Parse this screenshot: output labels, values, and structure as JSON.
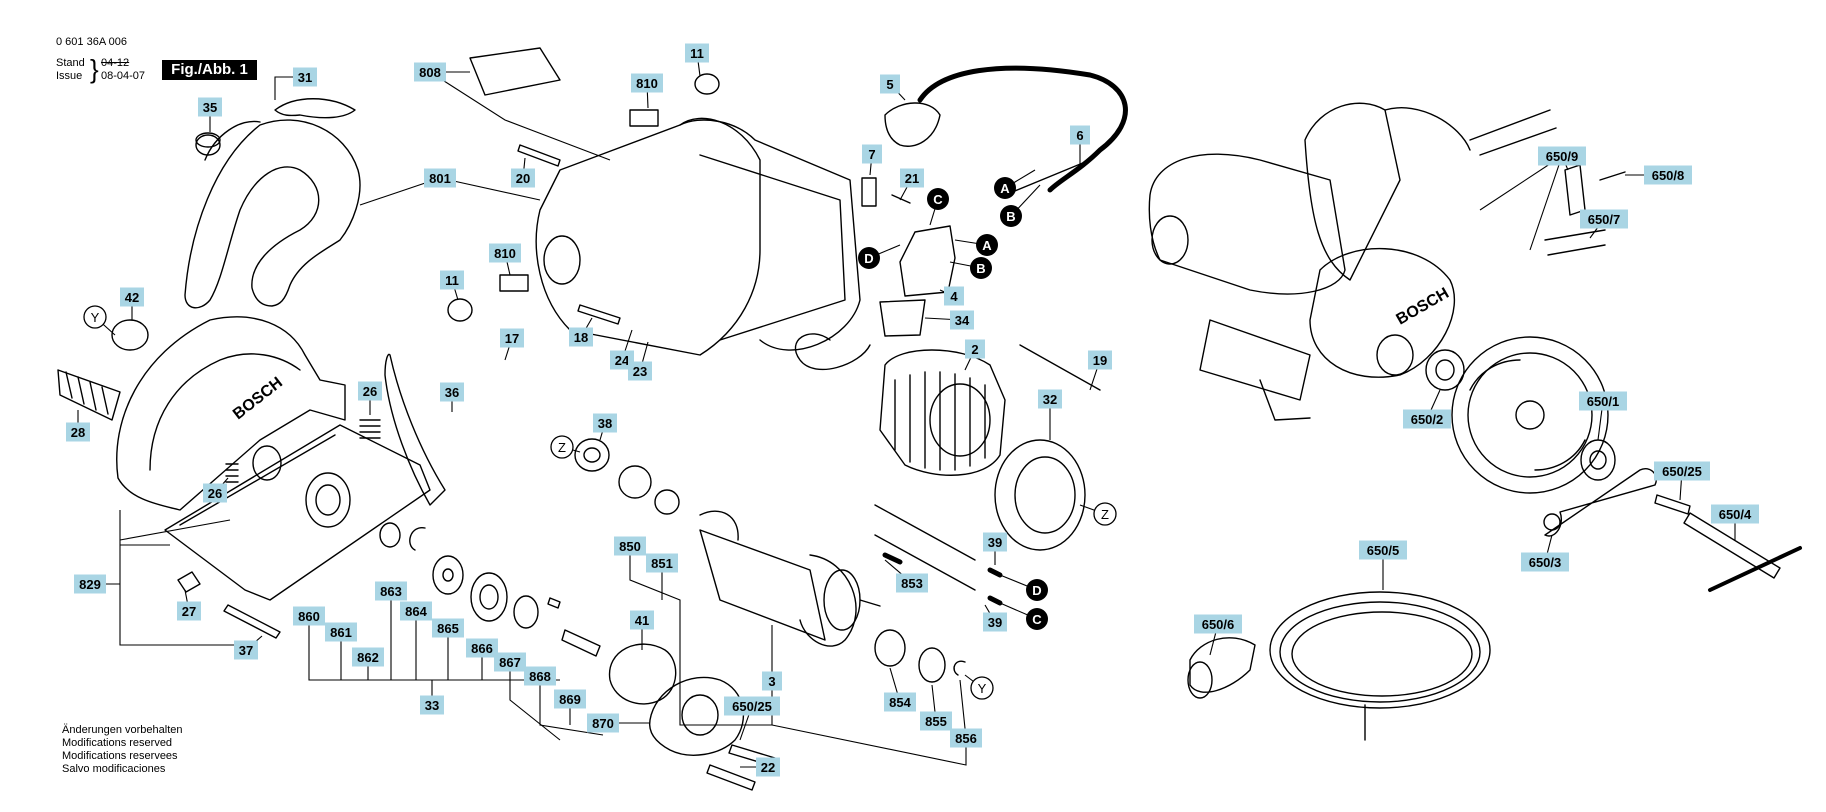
{
  "header": {
    "part_number": "0 601 36A 006",
    "stand_label": "Stand",
    "stand_value": "04-12",
    "issue_label": "Issue",
    "issue_value": "08-04-07",
    "figure": "Fig./Abb. 1"
  },
  "footer_notes": [
    "Änderungen vorbehalten",
    "Modifications reserved",
    "Modifications reservees",
    "Salvo modificaciones"
  ],
  "colors": {
    "label_fill": "#a9d5e4",
    "line": "#000000",
    "marker_fill": "#000000"
  },
  "labels": [
    {
      "id": "31",
      "text": "31"
    },
    {
      "id": "35",
      "text": "35"
    },
    {
      "id": "801",
      "text": "801"
    },
    {
      "id": "808",
      "text": "808"
    },
    {
      "id": "810a",
      "text": "810"
    },
    {
      "id": "11a",
      "text": "11"
    },
    {
      "id": "5",
      "text": "5"
    },
    {
      "id": "6",
      "text": "6"
    },
    {
      "id": "7",
      "text": "7"
    },
    {
      "id": "21",
      "text": "21"
    },
    {
      "id": "20",
      "text": "20"
    },
    {
      "id": "810b",
      "text": "810"
    },
    {
      "id": "11b",
      "text": "11"
    },
    {
      "id": "4",
      "text": "4"
    },
    {
      "id": "34",
      "text": "34"
    },
    {
      "id": "18",
      "text": "18"
    },
    {
      "id": "24",
      "text": "24"
    },
    {
      "id": "23",
      "text": "23"
    },
    {
      "id": "42",
      "text": "42"
    },
    {
      "id": "17",
      "text": "17"
    },
    {
      "id": "2",
      "text": "2"
    },
    {
      "id": "19",
      "text": "19"
    },
    {
      "id": "28",
      "text": "28"
    },
    {
      "id": "26a",
      "text": "26"
    },
    {
      "id": "36",
      "text": "36"
    },
    {
      "id": "32",
      "text": "32"
    },
    {
      "id": "38",
      "text": "38"
    },
    {
      "id": "26b",
      "text": "26"
    },
    {
      "id": "829",
      "text": "829"
    },
    {
      "id": "27",
      "text": "27"
    },
    {
      "id": "37",
      "text": "37"
    },
    {
      "id": "860",
      "text": "860"
    },
    {
      "id": "861",
      "text": "861"
    },
    {
      "id": "862",
      "text": "862"
    },
    {
      "id": "863",
      "text": "863"
    },
    {
      "id": "864",
      "text": "864"
    },
    {
      "id": "865",
      "text": "865"
    },
    {
      "id": "866",
      "text": "866"
    },
    {
      "id": "867",
      "text": "867"
    },
    {
      "id": "868",
      "text": "868"
    },
    {
      "id": "869",
      "text": "869"
    },
    {
      "id": "33",
      "text": "33"
    },
    {
      "id": "870",
      "text": "870"
    },
    {
      "id": "41",
      "text": "41"
    },
    {
      "id": "650_25a",
      "text": "650/25"
    },
    {
      "id": "22",
      "text": "22"
    },
    {
      "id": "850",
      "text": "850"
    },
    {
      "id": "851",
      "text": "851"
    },
    {
      "id": "3",
      "text": "3"
    },
    {
      "id": "853",
      "text": "853"
    },
    {
      "id": "854",
      "text": "854"
    },
    {
      "id": "855",
      "text": "855"
    },
    {
      "id": "856",
      "text": "856"
    },
    {
      "id": "39a",
      "text": "39"
    },
    {
      "id": "39b",
      "text": "39"
    },
    {
      "id": "650_9",
      "text": "650/9"
    },
    {
      "id": "650_8",
      "text": "650/8"
    },
    {
      "id": "650_7",
      "text": "650/7"
    },
    {
      "id": "650_2",
      "text": "650/2"
    },
    {
      "id": "650_1",
      "text": "650/1"
    },
    {
      "id": "650_25b",
      "text": "650/25"
    },
    {
      "id": "650_4",
      "text": "650/4"
    },
    {
      "id": "650_3",
      "text": "650/3"
    },
    {
      "id": "650_5",
      "text": "650/5"
    },
    {
      "id": "650_6",
      "text": "650/6"
    }
  ],
  "markers": [
    {
      "id": "A1",
      "text": "A"
    },
    {
      "id": "B1",
      "text": "B"
    },
    {
      "id": "C1",
      "text": "C"
    },
    {
      "id": "D1",
      "text": "D"
    },
    {
      "id": "A2",
      "text": "A"
    },
    {
      "id": "B2",
      "text": "B"
    },
    {
      "id": "D2",
      "text": "D"
    },
    {
      "id": "C2",
      "text": "C"
    }
  ],
  "ref_circles": [
    {
      "id": "Y1",
      "text": "Y"
    },
    {
      "id": "Z1",
      "text": "Z"
    },
    {
      "id": "Z2",
      "text": "Z"
    },
    {
      "id": "Y2",
      "text": "Y"
    }
  ],
  "brand": "BOSCH"
}
